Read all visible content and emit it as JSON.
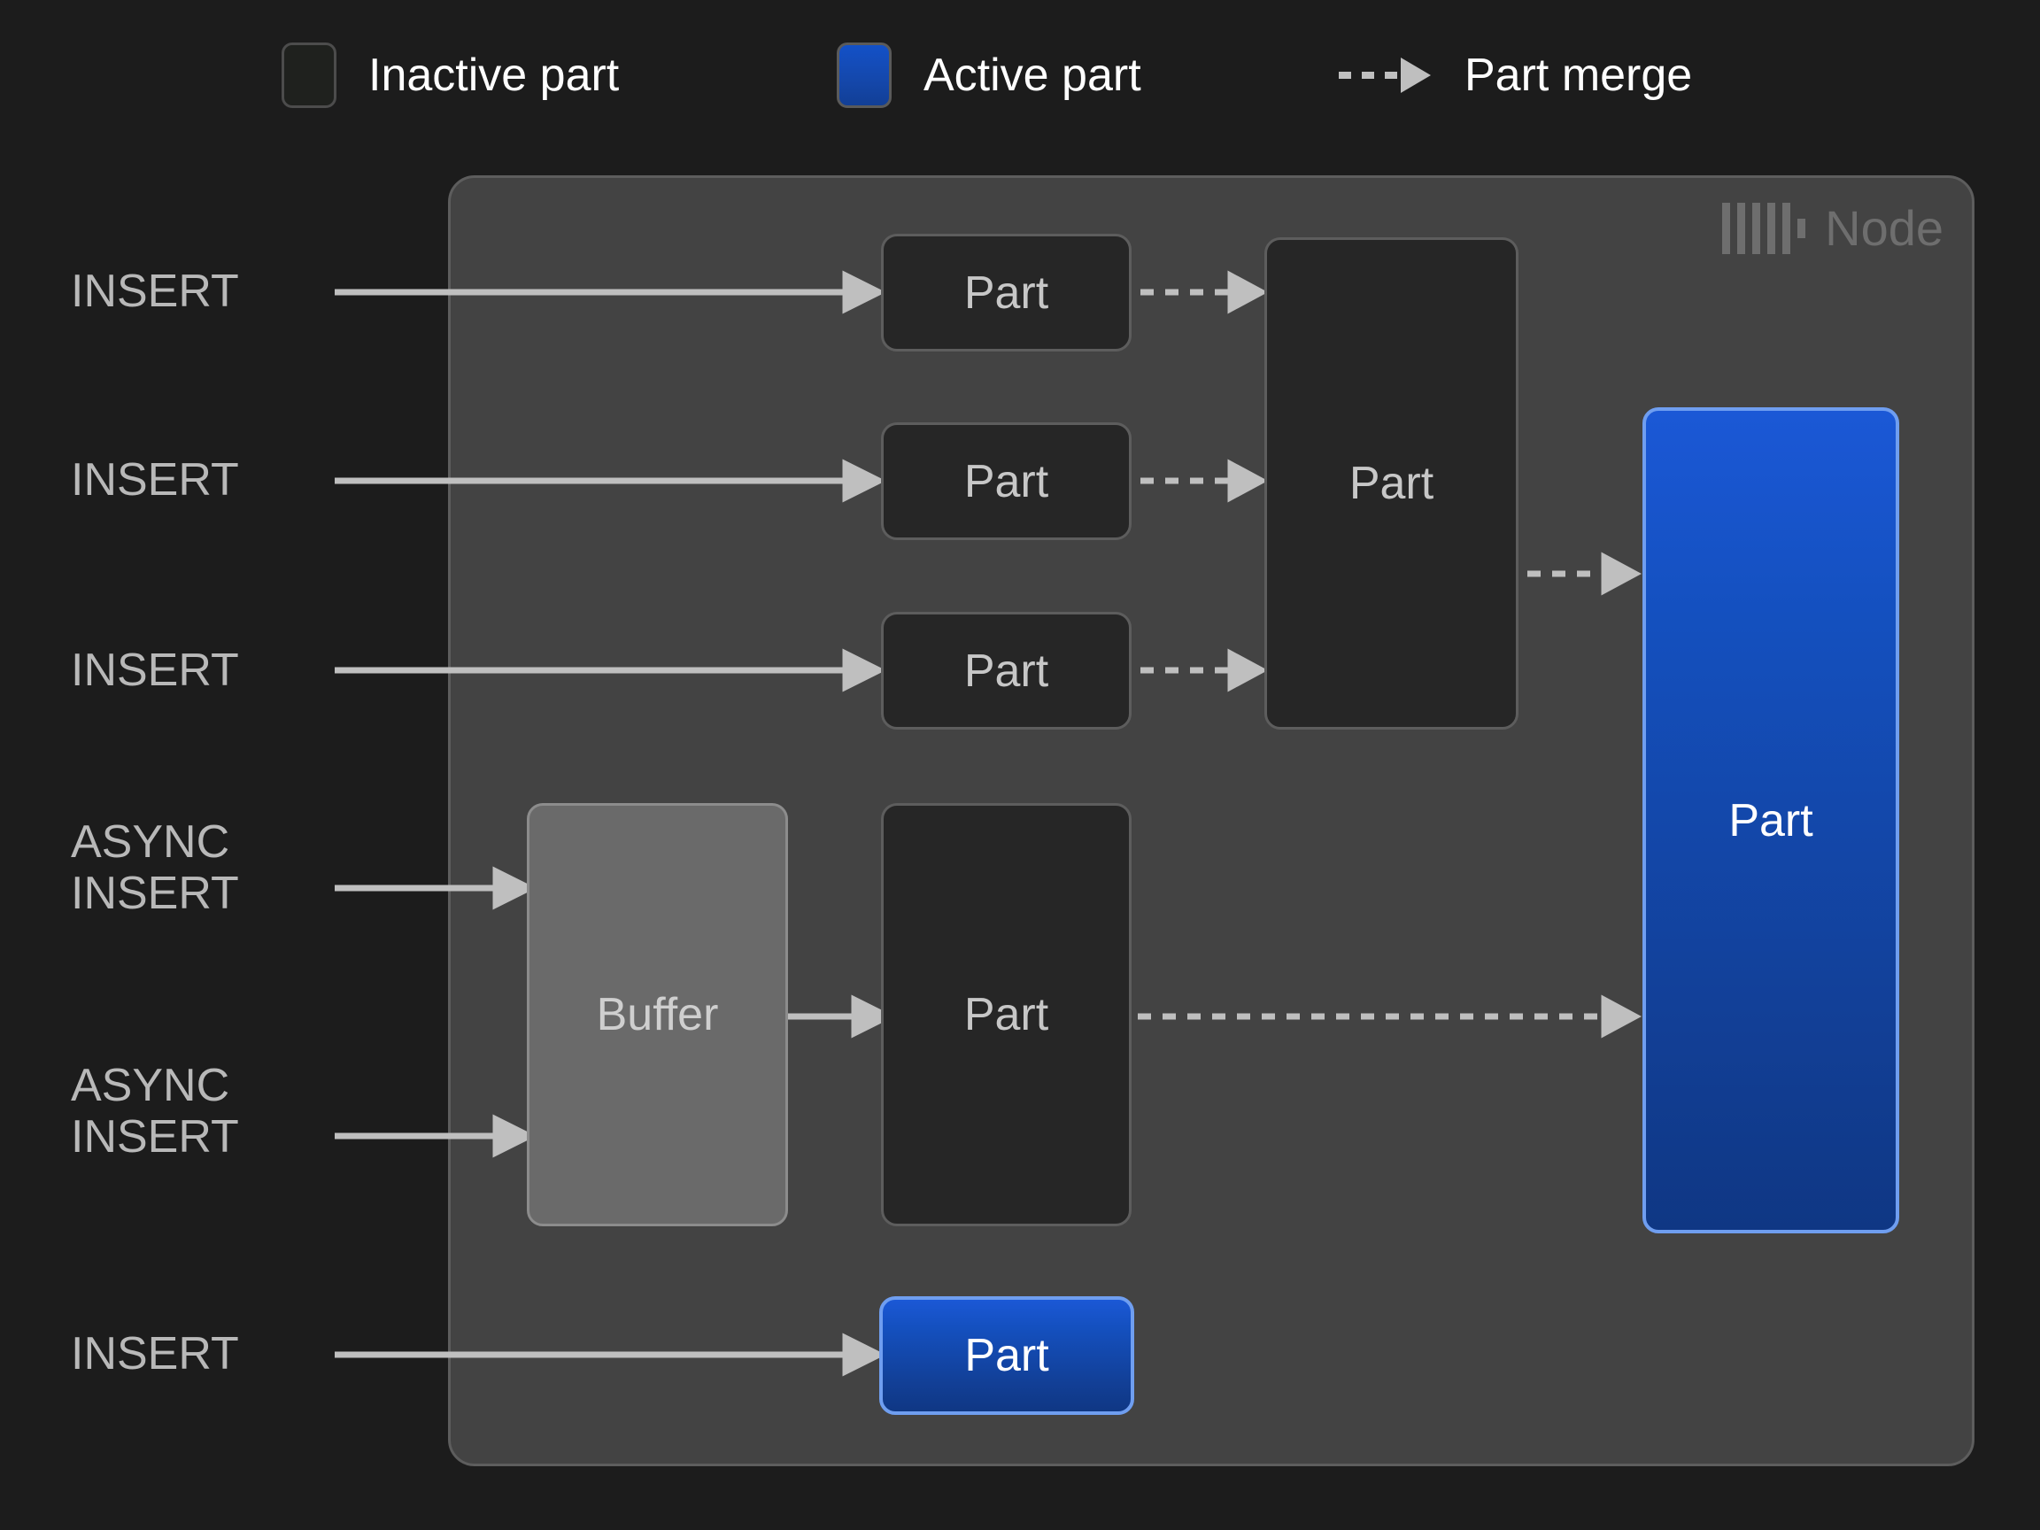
{
  "legend": {
    "items": [
      {
        "name": "inactive-part",
        "label": "Inactive part",
        "swatch": "inactive",
        "color": "#1f211e"
      },
      {
        "name": "active-part",
        "label": "Active part",
        "swatch": "active",
        "color": "#1448ad"
      },
      {
        "name": "part-merge",
        "label": "Part merge",
        "swatch": "dashed-arrow",
        "color": "#bfbfbf"
      }
    ]
  },
  "node": {
    "title": "Node",
    "logo_icon": "clickhouse-logo-icon",
    "background": "#434343",
    "border": "#5d5d5d"
  },
  "sources": [
    {
      "name": "insert-1",
      "label": "INSERT"
    },
    {
      "name": "insert-2",
      "label": "INSERT"
    },
    {
      "name": "insert-3",
      "label": "INSERT"
    },
    {
      "name": "async-insert-1",
      "label": "ASYNC\nINSERT"
    },
    {
      "name": "async-insert-2",
      "label": "ASYNC\nINSERT"
    },
    {
      "name": "insert-4",
      "label": "INSERT"
    }
  ],
  "parts": {
    "row1": "Part",
    "row2": "Part",
    "row3": "Part",
    "merged": "Part",
    "buffer": "Buffer",
    "buffer_part": "Part",
    "active_small": "Part",
    "active_large": "Part"
  },
  "colors": {
    "page_background": "#1c1c1c",
    "inactive_fill": "#262626",
    "inactive_border": "#5d5d5d",
    "buffer_fill": "#6a6a6a",
    "buffer_border": "#8c8c8c",
    "active_fill": "#1448ad",
    "active_border": "#6f9ef0",
    "arrow": "#bfbfbf",
    "text_muted": "#b8b8b8",
    "text_bright": "#ffffff"
  }
}
